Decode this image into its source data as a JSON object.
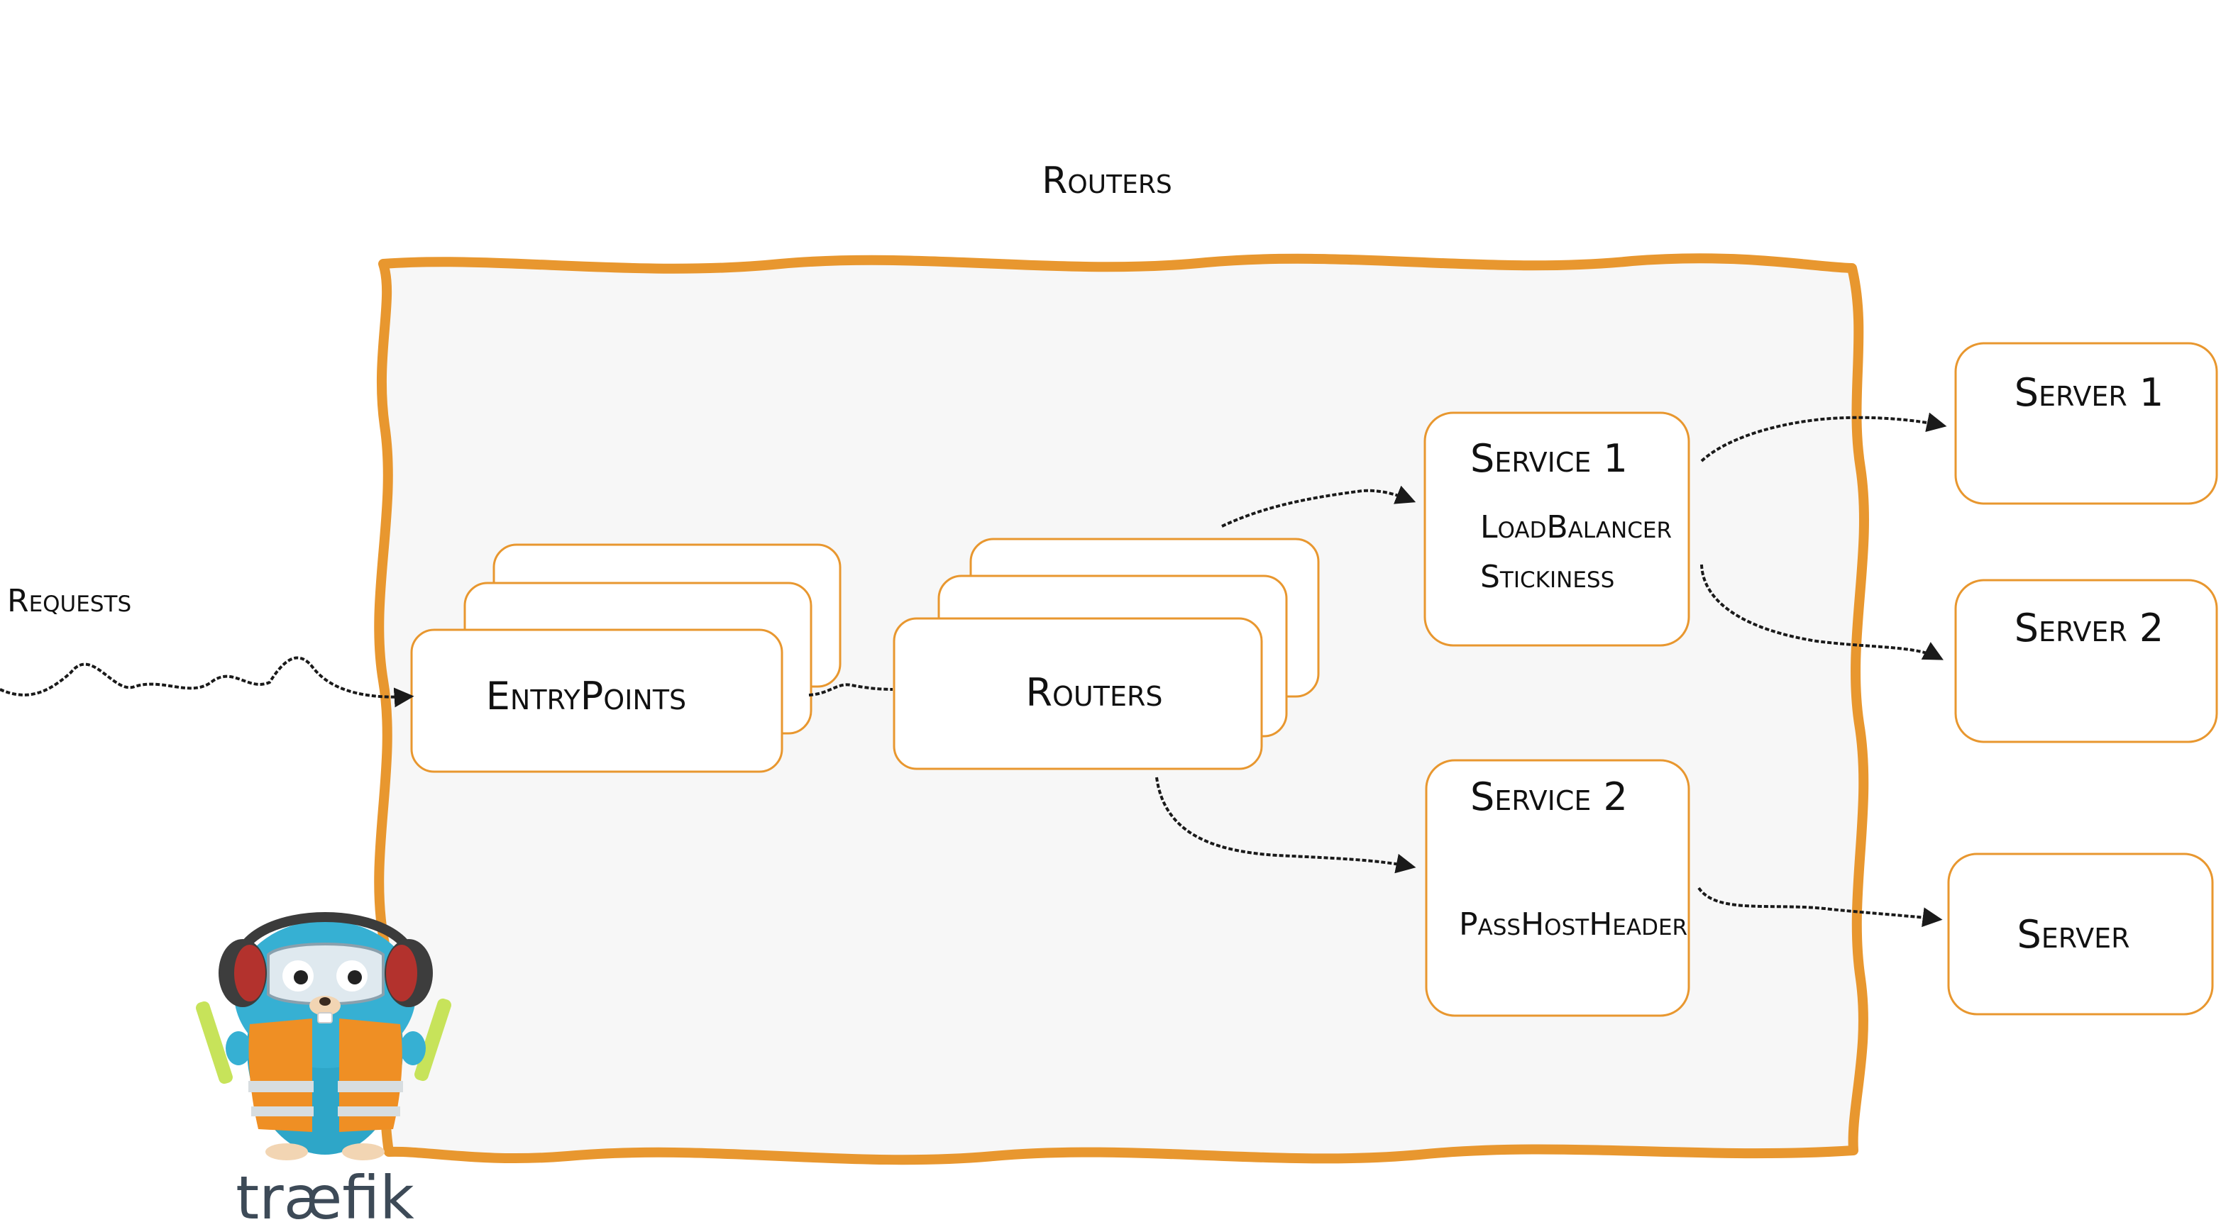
{
  "colors": {
    "border": "#e8972f",
    "panel": "#f7f7f7",
    "box": "#ffffff",
    "text": "#111111",
    "arrow": "#1a1a1a"
  },
  "title": "Routers",
  "requests_label": "Requests",
  "entrypoints": {
    "label": "EntryPoints"
  },
  "routers": {
    "label": "Routers"
  },
  "service1": {
    "title": "Service 1",
    "line1": "LoadBalancer",
    "line2": "Stickiness"
  },
  "service2": {
    "title": "Service 2",
    "line1": "PassHostHeader"
  },
  "servers": [
    "Server 1",
    "Server 2",
    "Server"
  ],
  "logo": {
    "text": "træfik",
    "icon": "gopher-mascot-icon"
  }
}
